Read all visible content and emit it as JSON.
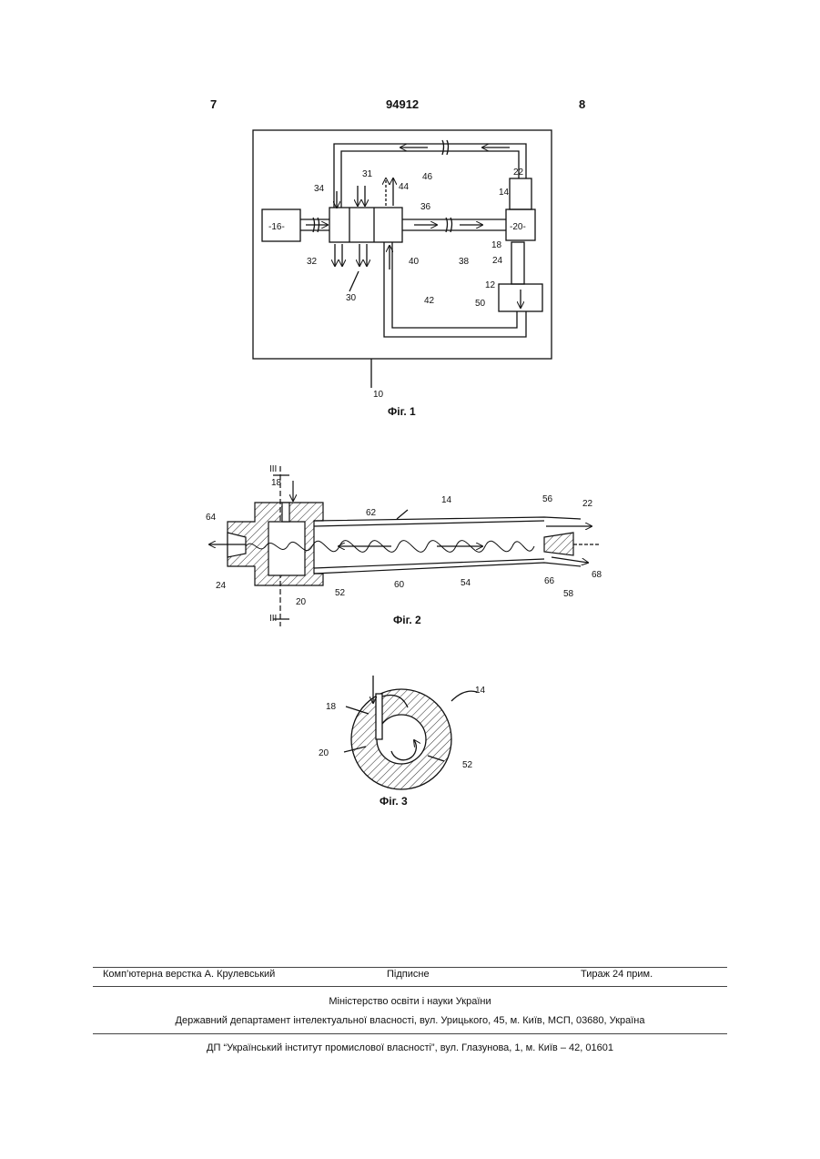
{
  "header": {
    "page_left": "7",
    "patent_number": "94912",
    "page_right": "8"
  },
  "figures": {
    "fig1": {
      "caption": "Фіг. 1",
      "labels": {
        "l10": "10",
        "l12": "12",
        "l14": "14",
        "l16": "-16-",
        "l18": "18",
        "l20": "-20-",
        "l22": "22",
        "l24": "24",
        "l30": "30",
        "l31": "31",
        "l32": "32",
        "l34": "34",
        "l36": "36",
        "l38": "38",
        "l40": "40",
        "l42": "42",
        "l44": "44",
        "l46": "46",
        "l50": "50"
      }
    },
    "fig2": {
      "caption": "Фіг. 2",
      "labels": {
        "l3a": "III",
        "l3b": "III",
        "l14": "14",
        "l18": "18",
        "l20": "20",
        "l22": "22",
        "l24": "24",
        "l52": "52",
        "l54": "54",
        "l56": "56",
        "l58": "58",
        "l60": "60",
        "l62": "62",
        "l64": "64",
        "l66": "66",
        "l68": "68"
      }
    },
    "fig3": {
      "caption": "Фіг. 3",
      "labels": {
        "l14": "14",
        "l18": "18",
        "l20": "20",
        "l52": "52"
      }
    }
  },
  "footer": {
    "typesetting": "Комп’ютерна верстка А. Крулевський",
    "signed": "Підписне",
    "circulation": "Тираж 24 прим.",
    "ministry": "Міністерство освіти і науки України",
    "department": "Державний департамент інтелектуальної власності, вул. Урицького, 45, м. Київ, МСП, 03680, Україна",
    "institute": "ДП “Український інститут промислової власності”, вул. Глазунова, 1, м. Київ – 42, 01601"
  }
}
